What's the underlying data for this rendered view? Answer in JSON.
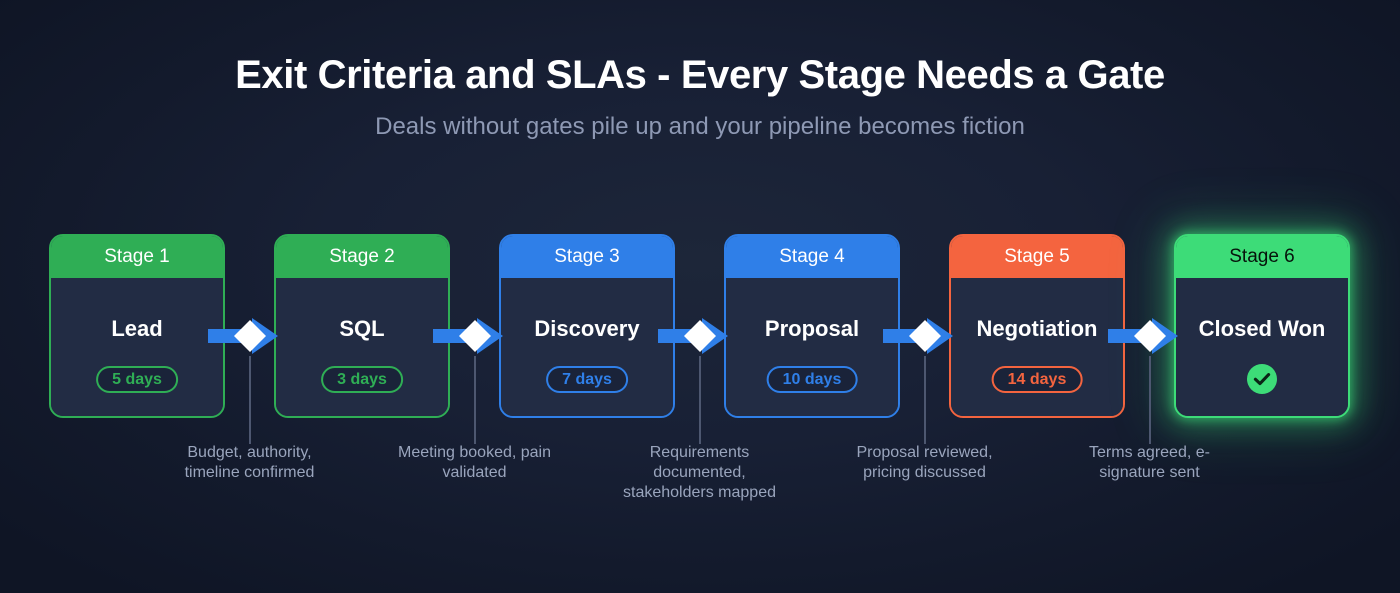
{
  "header": {
    "title": "Exit Criteria and SLAs - Every Stage Needs a Gate",
    "subtitle": "Deals without gates pile up and your pipeline becomes fiction"
  },
  "colors": {
    "background_outer": "#0f1525",
    "background_inner": "#1d2639",
    "card_body": "#222c44",
    "green": "#2fae55",
    "blue": "#2f7fe8",
    "orange": "#f4643f",
    "green_bright": "#3ddc78",
    "arrow_blue": "#2f7fe8",
    "diamond": "#ffffff",
    "caption_text": "#9aa5bd",
    "subtitle_text": "#8e99b4"
  },
  "pipeline": {
    "stages": [
      {
        "stage_label": "Stage 1",
        "name": "Lead",
        "sla": "5 days",
        "accent": "#2fae55",
        "badge_type": "sla",
        "final": false
      },
      {
        "stage_label": "Stage 2",
        "name": "SQL",
        "sla": "3 days",
        "accent": "#2fae55",
        "badge_type": "sla",
        "final": false
      },
      {
        "stage_label": "Stage 3",
        "name": "Discovery",
        "sla": "7 days",
        "accent": "#2f7fe8",
        "badge_type": "sla",
        "final": false
      },
      {
        "stage_label": "Stage 4",
        "name": "Proposal",
        "sla": "10 days",
        "accent": "#2f7fe8",
        "badge_type": "sla",
        "final": false
      },
      {
        "stage_label": "Stage 5",
        "name": "Negotiation",
        "sla": "14 days",
        "accent": "#f4643f",
        "badge_type": "sla",
        "final": false
      },
      {
        "stage_label": "Stage 6",
        "name": "Closed Won",
        "sla": "",
        "accent": "#3ddc78",
        "badge_type": "check",
        "final": true
      }
    ],
    "gates": [
      {
        "icon": "gate-arrow-diamond-icon",
        "exit_criteria": "Budget, authority, timeline confirmed"
      },
      {
        "icon": "gate-arrow-diamond-icon",
        "exit_criteria": "Meeting booked, pain validated"
      },
      {
        "icon": "gate-arrow-diamond-icon",
        "exit_criteria": "Requirements documented, stakeholders mapped"
      },
      {
        "icon": "gate-arrow-diamond-icon",
        "exit_criteria": "Proposal reviewed, pricing discussed"
      },
      {
        "icon": "gate-arrow-diamond-icon",
        "exit_criteria": "Terms agreed, e-signature sent"
      }
    ]
  }
}
